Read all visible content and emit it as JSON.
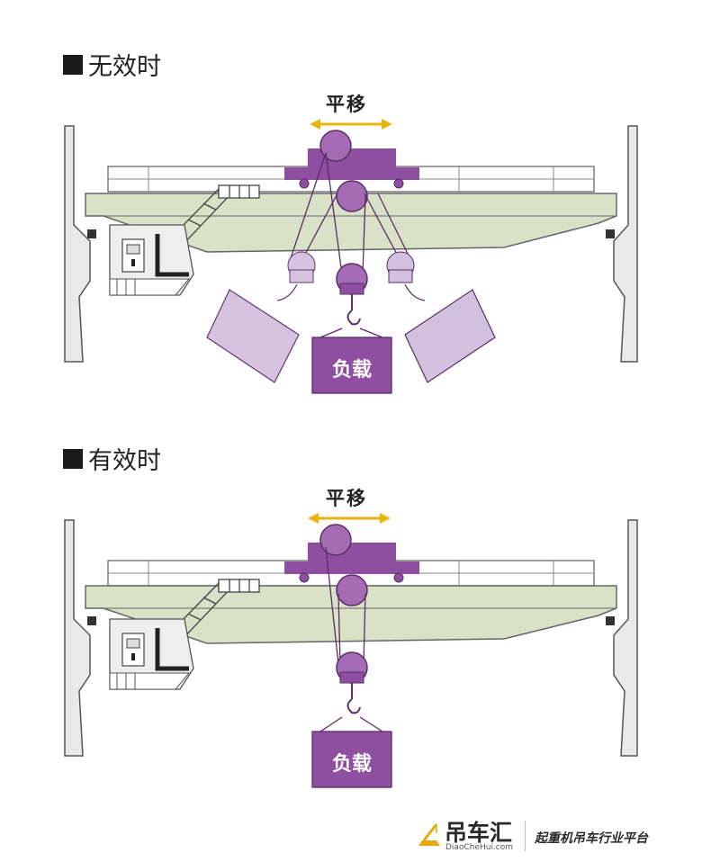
{
  "panels": [
    {
      "title": "无效时",
      "move_label": "平移",
      "load_label": "负载"
    },
    {
      "title": "有效时",
      "move_label": "平移",
      "load_label": "负载"
    }
  ],
  "footer": {
    "brand_name": "吊车汇",
    "brand_url": "DiaoCheHui.com",
    "slogan": "起重机吊车行业平台"
  },
  "colors": {
    "purple": "#8e4fa0",
    "purple_light": "#d3c0df",
    "girder_green": "#d9e1c7",
    "arrow_gold": "#e8b50f",
    "wall_gray": "#e6e6e6"
  }
}
